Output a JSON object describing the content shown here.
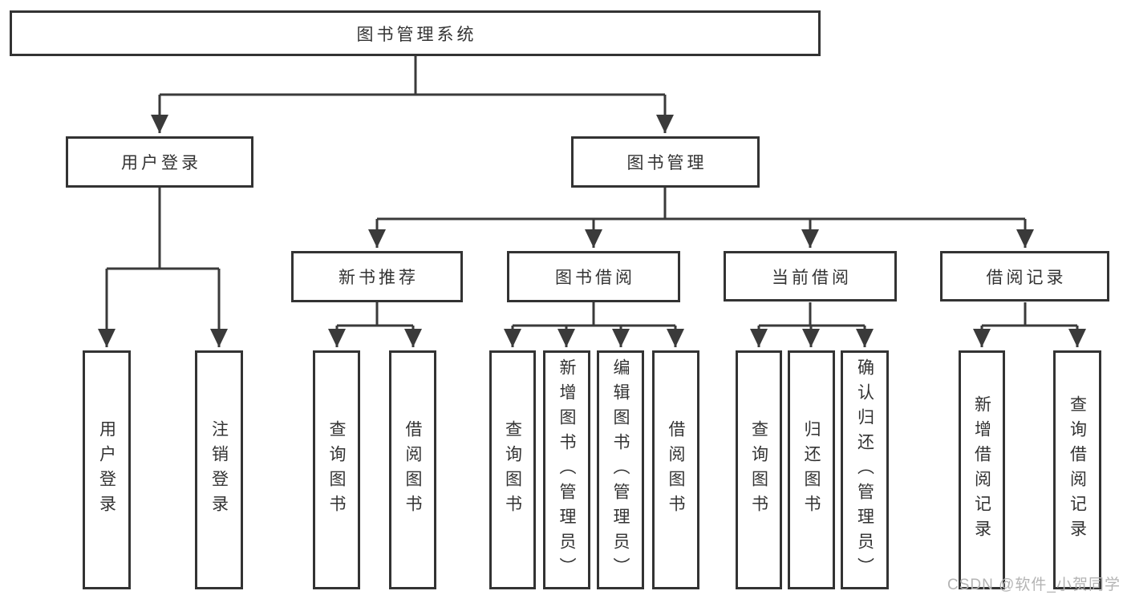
{
  "colors": {
    "line": "#3a3a3a",
    "box_border": "#333333",
    "text": "#333333",
    "watermark": "#b4b4b4",
    "background": "#ffffff"
  },
  "watermark": {
    "text": "CSDN @软件_小贺同学"
  },
  "tree": {
    "root": {
      "label": "图书管理系统"
    },
    "branches": [
      {
        "label": "用户登录",
        "children": [
          {
            "label": "用户登录"
          },
          {
            "label": "注销登录"
          }
        ]
      },
      {
        "label": "图书管理",
        "children": [
          {
            "label": "新书推荐",
            "children": [
              {
                "label": "查询图书"
              },
              {
                "label": "借阅图书"
              }
            ]
          },
          {
            "label": "图书借阅",
            "children": [
              {
                "label": "查询图书"
              },
              {
                "label": "新增图书（管理员）"
              },
              {
                "label": "编辑图书（管理员）"
              },
              {
                "label": "借阅图书"
              }
            ]
          },
          {
            "label": "当前借阅",
            "children": [
              {
                "label": "查询图书"
              },
              {
                "label": "归还图书"
              },
              {
                "label": "确认归还（管理员）"
              }
            ]
          },
          {
            "label": "借阅记录",
            "children": [
              {
                "label": "新增借阅记录"
              },
              {
                "label": "查询借阅记录"
              }
            ]
          }
        ]
      }
    ]
  }
}
